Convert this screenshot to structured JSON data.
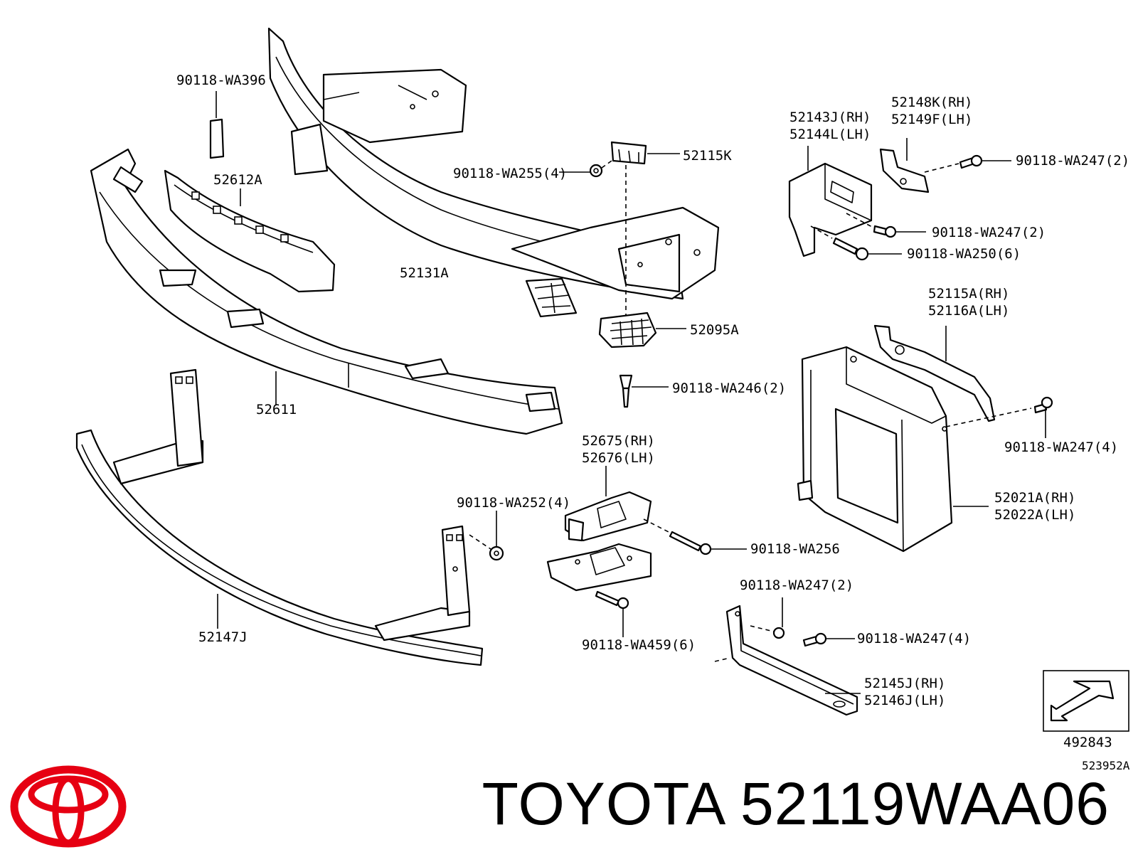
{
  "labels": {
    "p90118_WA396": "90118-WA396",
    "p52612A": "52612A",
    "p52131A": "52131A",
    "p52611": "52611",
    "p52147J": "52147J",
    "p90118_WA255": "90118-WA255(4)",
    "p52115K": "52115K",
    "p52095A": "52095A",
    "p90118_WA246": "90118-WA246(2)",
    "p52143J": "52143J(RH)",
    "p52144L": "52144L(LH)",
    "p52148K": "52148K(RH)",
    "p52149F": "52149F(LH)",
    "p90118_WA247_a": "90118-WA247(2)",
    "p90118_WA247_b": "90118-WA247(2)",
    "p90118_WA250": "90118-WA250(6)",
    "p52115A": "52115A(RH)",
    "p52116A": "52116A(LH)",
    "p90118_WA247_c": "90118-WA247(4)",
    "p52021A": "52021A(RH)",
    "p52022A": "52022A(LH)",
    "p52675": "52675(RH)",
    "p52676": "52676(LH)",
    "p90118_WA252": "90118-WA252(4)",
    "p90118_WA256": "90118-WA256",
    "p90118_WA459": "90118-WA459(6)",
    "p90118_WA247_d": "90118-WA247(2)",
    "p90118_WA247_e": "90118-WA247(4)",
    "p52145J": "52145J(RH)",
    "p52146J": "52146J(LH)",
    "ref_492843": "492843",
    "ref_523952A": "523952A"
  },
  "brand": "TOYOTA",
  "part_number": "52119WAA06",
  "logo_color": "#e60012",
  "icons": [
    "toyota-logo-icon",
    "front-direction-arrow-icon"
  ]
}
